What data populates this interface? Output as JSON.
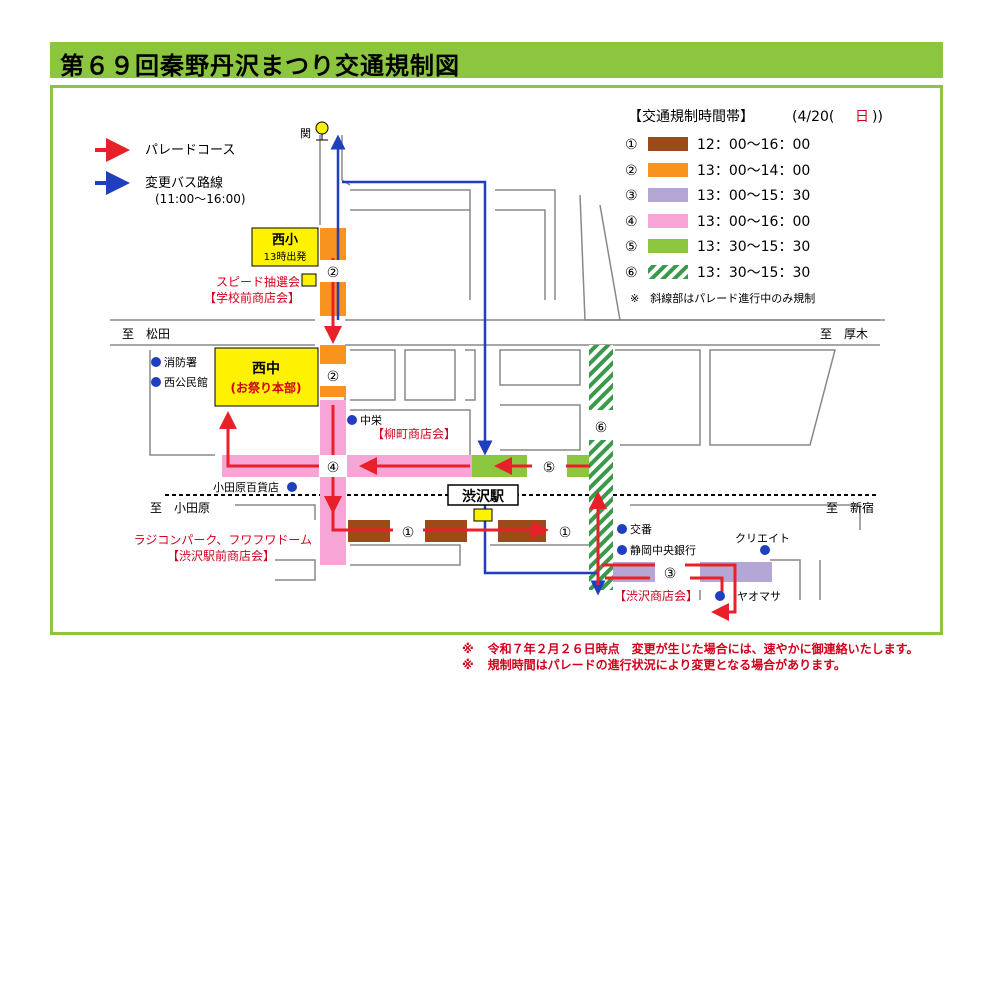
{
  "title": "第６９回秦野丹沢まつり交通規制図",
  "legend_routes": [
    {
      "label": "パレードコース",
      "color": "#e8202a"
    },
    {
      "label": "変更バス路線",
      "color": "#1f3fbf"
    }
  ],
  "bus_hours": "(11:00～16:00)",
  "time_legend": {
    "heading": "【交通規制時間帯】",
    "date_prefix": "(4/20(",
    "date_day": "日",
    "date_suffix": "))",
    "items": [
      {
        "num": "①",
        "time": "12：00～16：00",
        "color": "#9c4a1a",
        "pattern": "solid"
      },
      {
        "num": "②",
        "time": "13：00～14：00",
        "color": "#f7931e",
        "pattern": "solid"
      },
      {
        "num": "③",
        "time": "13：00～15：30",
        "color": "#b4a7d6",
        "pattern": "solid"
      },
      {
        "num": "④",
        "time": "13：00～16：00",
        "color": "#f6a5d6",
        "pattern": "solid"
      },
      {
        "num": "⑤",
        "time": "13：30～15：30",
        "color": "#8cc63f",
        "pattern": "solid"
      },
      {
        "num": "⑥",
        "time": "13：30～15：30",
        "color": "#3a9a4a",
        "pattern": "hatch"
      }
    ],
    "note": "※　斜線部はパレード進行中のみ規制"
  },
  "directions": {
    "to_matsuda": "至　松田",
    "to_atsugi": "至　厚木",
    "to_odawara": "至　小田原",
    "to_shinjuku": "至　新宿"
  },
  "places": {
    "seki": "関",
    "nishisho": "西小",
    "nishisho_depart": "13時出発",
    "speed_lottery": "スピード抽選会",
    "school_shops": "【学校前商店会】",
    "fire_station": "消防署",
    "nishi_kominkan": "西公民館",
    "nishichu": "西中",
    "nishichu_sub": "(お祭り本部)",
    "chugaku": "中栄",
    "yanagimachi_shops": "【柳町商店会】",
    "odakyu_store": "小田原百貨店",
    "shibusawa_station": "渋沢駅",
    "radio_park": "ラジコンパーク、フワフワドーム",
    "station_front_shops": "【渋沢駅前商店会】",
    "koban": "交番",
    "shizuoka_bank": "静岡中央銀行",
    "create": "クリエイト",
    "yaomasa": "ヤオマサ",
    "shibusawa_shops": "【渋沢商店会】"
  },
  "zone_labels": {
    "z1a": "①",
    "z1b": "①",
    "z2a": "②",
    "z2b": "②",
    "z3": "③",
    "z4": "④",
    "z5": "⑤",
    "z6": "⑥"
  },
  "footnotes": [
    {
      "mark": "※",
      "text": "令和７年２月２６日時点　変更が生じた場合には、速やかに御連絡いたします。"
    },
    {
      "mark": "※",
      "text": "規制時間はパレードの進行状況により変更となる場合があります。"
    }
  ]
}
